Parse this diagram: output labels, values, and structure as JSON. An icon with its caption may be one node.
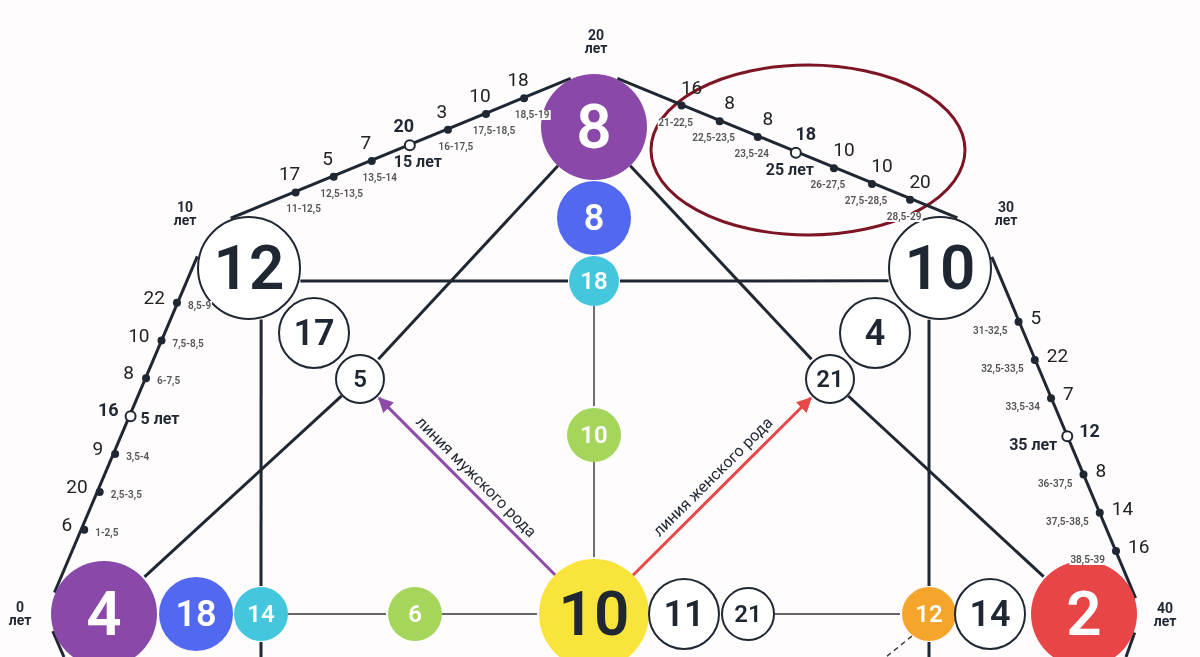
{
  "diagram": {
    "nodes": [
      {
        "text": [
          "8"
        ]
      },
      {
        "text": [
          "8"
        ]
      },
      {
        "text": [
          "18"
        ]
      },
      {
        "text": [
          "12"
        ]
      },
      {
        "text": [
          "10"
        ]
      },
      {
        "text": [
          "17"
        ]
      },
      {
        "text": [
          "4"
        ]
      },
      {
        "text": [
          "5"
        ]
      },
      {
        "text": [
          "21"
        ]
      },
      {
        "text": [
          "10"
        ]
      },
      {
        "text": [
          "4"
        ]
      },
      {
        "text": [
          "18"
        ]
      },
      {
        "text": [
          "14"
        ]
      },
      {
        "text": [
          "6"
        ]
      },
      {
        "text": [
          "10"
        ]
      },
      {
        "text": [
          "11"
        ]
      },
      {
        "text": [
          "21"
        ]
      },
      {
        "text": [
          "12"
        ]
      },
      {
        "text": [
          "14"
        ]
      },
      {
        "text": [
          "2"
        ]
      }
    ],
    "edges": [
      {
        "from": 10,
        "to": 3,
        "arrow": "none"
      },
      {
        "from": 3,
        "to": 0,
        "arrow": "none"
      },
      {
        "from": 0,
        "to": 4,
        "arrow": "none"
      },
      {
        "from": 4,
        "to": 19,
        "arrow": "none"
      },
      {
        "from": 3,
        "to": 2,
        "arrow": "none"
      },
      {
        "from": 2,
        "to": 4,
        "arrow": "none"
      },
      {
        "from": 3,
        "to": 12,
        "arrow": "none"
      },
      {
        "from": 4,
        "to": 17,
        "arrow": "none"
      },
      {
        "from": 12,
        "to": 13,
        "arrow": "none"
      },
      {
        "from": 13,
        "to": 14,
        "arrow": "none"
      },
      {
        "from": 16,
        "to": 17,
        "arrow": "none"
      },
      {
        "from": 2,
        "to": 9,
        "arrow": "none"
      },
      {
        "from": 9,
        "to": 14,
        "arrow": "none"
      },
      {
        "from": 0,
        "to": 7,
        "arrow": "none"
      },
      {
        "from": 7,
        "to": 10,
        "arrow": "none"
      },
      {
        "from": 0,
        "to": 8,
        "arrow": "none"
      },
      {
        "from": 8,
        "to": 19,
        "arrow": "none"
      },
      {
        "from": 14,
        "to": 7,
        "arrow": "to",
        "label": "линия мужского рода",
        "color": "#8e4ba8"
      },
      {
        "from": 14,
        "to": 8,
        "arrow": "to",
        "label": "линия женского рода",
        "color": "#e84848"
      },
      {
        "from": 10,
        "to": null,
        "arrow": "none"
      },
      {
        "from": 12,
        "to": null,
        "arrow": "none"
      },
      {
        "from": 17,
        "to": null,
        "arrow": "none"
      },
      {
        "from": 17,
        "to": null,
        "arrow": "none",
        "style": "dashed"
      },
      {
        "from": 19,
        "to": null,
        "arrow": "none"
      }
    ],
    "labels": [
      "0 лет",
      "6",
      "1-2,5",
      "20",
      "2,5-3,5",
      "9",
      "3,5-4",
      "16",
      "5 лет",
      "8",
      "6-7,5",
      "10",
      "7,5-8,5",
      "22",
      "8,5-9",
      "10 лет",
      "17",
      "11-12,5",
      "5",
      "12,5-13,5",
      "7",
      "13,5-14",
      "20",
      "15 лет",
      "3",
      "16-17,5",
      "10",
      "17,5-18,5",
      "18",
      "18,5-19",
      "20 лет",
      "16",
      "21-22,5",
      "8",
      "22,5-23,5",
      "8",
      "23,5-24",
      "18",
      "25 лет",
      "10",
      "26-27,5",
      "10",
      "27,5-28,5",
      "20",
      "28,5-29",
      "30 лет",
      "5",
      "31-32,5",
      "22",
      "32,5-33,5",
      "7",
      "33,5-34",
      "12",
      "35 лет",
      "8",
      "36-37,5",
      "14",
      "37,5-38,5",
      "16",
      "38,5-39",
      "40 лет"
    ]
  }
}
